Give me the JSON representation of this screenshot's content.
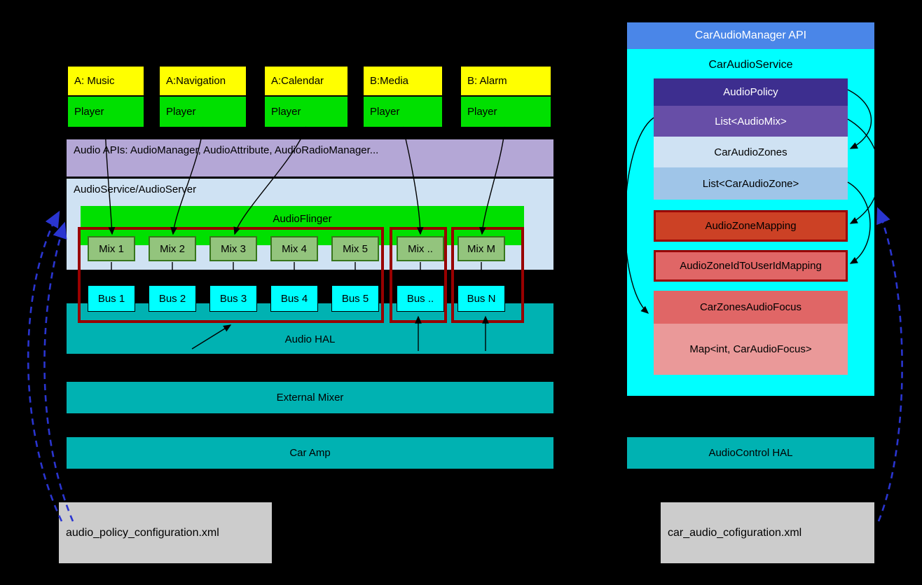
{
  "diagram": {
    "apps": [
      {
        "name": "A: Music",
        "player": "Player"
      },
      {
        "name": "A:Navigation",
        "player": "Player"
      },
      {
        "name": "A:Calendar",
        "player": "Player"
      },
      {
        "name": "B:Media",
        "player": "Player"
      },
      {
        "name": "B: Alarm",
        "player": "Player"
      }
    ],
    "audio_apis": "Audio APIs: AudioManager, AudioAttribute, AudioRadioManager...",
    "audio_service": "AudioService/AudioServer",
    "audioflinger": "AudioFlinger",
    "mixes": [
      "Mix 1",
      "Mix 2",
      "Mix 3",
      "Mix 4",
      "Mix 5",
      "Mix ..",
      "Mix M"
    ],
    "buses": [
      "Bus 1",
      "Bus 2",
      "Bus 3",
      "Bus 4",
      "Bus 5",
      "Bus ..",
      "Bus N"
    ],
    "audio_hal": "Audio HAL",
    "external_mixer": "External Mixer",
    "car_amp": "Car Amp",
    "left_config": "audio_policy_configuration.xml",
    "right": {
      "api_header": "CarAudioManager API",
      "service": "CarAudioService",
      "audio_policy": "AudioPolicy",
      "list_audio_mix": "List<AudioMix>",
      "car_audio_zones": "CarAudioZones",
      "list_car_audio_zone": "List<CarAudioZone>",
      "audio_zone_mapping": "AudioZoneMapping",
      "audio_zone_id_to_user_id_mapping": "AudioZoneIdToUserIdMapping",
      "car_zones_audio_focus": "CarZonesAudioFocus",
      "map_car_audio_focus": "Map<int, CarAudioFocus>",
      "audiocontrol_hal": "AudioControl HAL",
      "right_config": "car_audio_cofiguration.xml"
    },
    "colors": {
      "background": "#000000",
      "app_top": "#ffff00",
      "app_player": "#00e000",
      "apis_bar": "#b4a7d6",
      "service_box": "#cfe2f3",
      "audioflinger": "#00e000",
      "mix_box": "#93c47d",
      "bus_box": "#00ffff",
      "hal_teal": "#00b2b2",
      "group_border": "#990000",
      "api_header": "#4a86e8",
      "car_audio_service": "#00ffff",
      "audio_policy": "#3d2e8f",
      "list_audio_mix": "#674ea7",
      "car_audio_zones": "#cfe2f3",
      "list_car_audio_zone": "#9fc5e8",
      "zone_mapping": "#cc4125",
      "zone_id_mapping": "#e06666",
      "zones_focus": "#e06666",
      "map_focus": "#ea9999",
      "config_box": "#cccccc",
      "dashed_arrow": "#2a35d0"
    }
  }
}
